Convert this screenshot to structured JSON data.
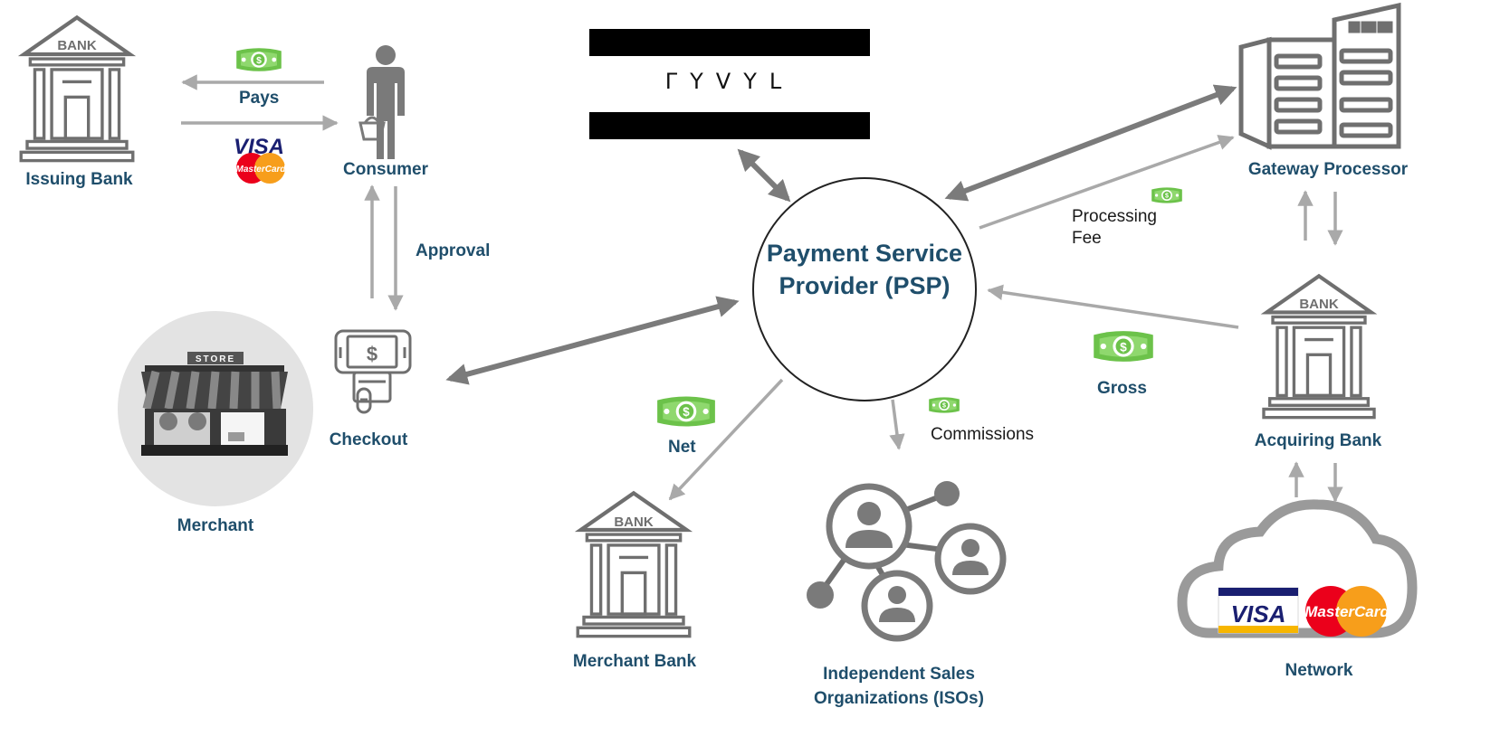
{
  "logo": {
    "text": "ΓYVYL"
  },
  "psp": {
    "title_line1": "Payment Service",
    "title_line2": "Provider (PSP)"
  },
  "nodes": {
    "issuing_bank": "Issuing Bank",
    "consumer": "Consumer",
    "merchant": "Merchant",
    "checkout": "Checkout",
    "gateway_processor": "Gateway Processor",
    "acquiring_bank": "Acquiring Bank",
    "network": "Network",
    "merchant_bank": "Merchant Bank",
    "isos_line1": "Independent Sales",
    "isos_line2": "Organizations (ISOs)"
  },
  "flows": {
    "pays": "Pays",
    "approval": "Approval",
    "net": "Net",
    "gross": "Gross",
    "commissions": "Commissions",
    "processing_fee_line1": "Processing",
    "processing_fee_line2": "Fee"
  },
  "icons": {
    "bank_text": "BANK",
    "store_text": "STORE",
    "visa_text": "VISA",
    "mastercard_text": "MasterCard",
    "dollar_symbol": "$"
  },
  "colors": {
    "icon_gray": "#6f6f6f",
    "arrow_light": "#a9a9a9",
    "arrow_dark": "#7b7b7b",
    "label_blue": "#1f4e6b",
    "money_green": "#6cc24a",
    "visa_blue": "#1a1f71",
    "mc_red": "#eb001b",
    "mc_orange": "#f79e1b"
  }
}
